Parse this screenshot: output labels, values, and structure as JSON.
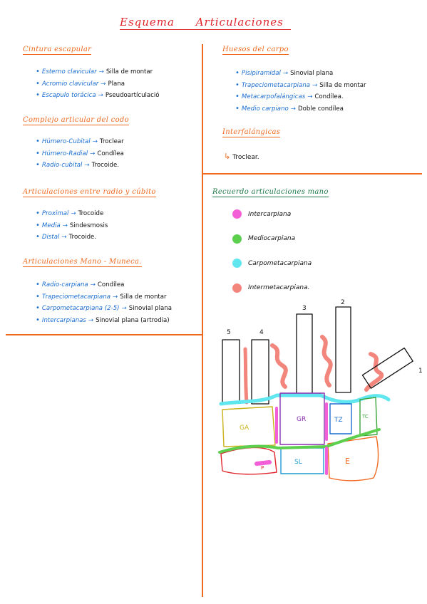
{
  "title": "Esquema Articulaciones",
  "left": {
    "sections": [
      {
        "heading": "Cintura escapular",
        "items": [
          {
            "lhs": "Esterno clavicular",
            "rhs": "Silla de montar"
          },
          {
            "lhs": "Acromio clavicular",
            "rhs": "Plana"
          },
          {
            "lhs": "Escapulo torácica",
            "rhs": "Pseudoartículació"
          }
        ]
      },
      {
        "heading": "Complejo articular del codo",
        "items": [
          {
            "lhs": "Húmero-Cubital",
            "rhs": "Troclear"
          },
          {
            "lhs": "Húmero-Radial",
            "rhs": "Condílea"
          },
          {
            "lhs": "Radio-cubital",
            "rhs": "Trocoide."
          }
        ]
      },
      {
        "heading": "Articulaciones entre radio y cúbito",
        "items": [
          {
            "lhs": "Proximal",
            "rhs": "Trocoide"
          },
          {
            "lhs": "Media",
            "rhs": "Sindesmosis"
          },
          {
            "lhs": "Distal",
            "rhs": "Trocoide."
          }
        ]
      },
      {
        "heading": "Articulaciones Mano - Muneca.",
        "items": [
          {
            "lhs": "Radio-carpiana",
            "rhs": "Condílea"
          },
          {
            "lhs": "Trapeciometacarpiana",
            "rhs": "Silla de montar"
          },
          {
            "lhs": "Carpometacarpiana (2-5)",
            "rhs": "Sinovial plana"
          },
          {
            "lhs": "Intercarpianas",
            "rhs": "Sinovial plana (artrodia)"
          }
        ]
      }
    ]
  },
  "right": {
    "huesos": {
      "heading": "Huesos del carpo",
      "items": [
        {
          "lhs": "Pisipiramidal",
          "rhs": "Sinovial plana"
        },
        {
          "lhs": "Trapeciometacarpiana",
          "rhs": "Silla de montar"
        },
        {
          "lhs": "Metacarpofalángicas",
          "rhs": "Condílea."
        },
        {
          "lhs": "Medio carpiano",
          "rhs": "Doble condílea"
        }
      ]
    },
    "interfalangicas": {
      "heading": "Interfalángicas",
      "note": "Troclear."
    },
    "recuerdo": {
      "heading": "Recuerdo articulaciones mano",
      "legend": [
        {
          "label": "Intercarpiana",
          "color": "#f25fd6"
        },
        {
          "label": "Mediocarpiana",
          "color": "#5ccf4f"
        },
        {
          "label": "Carpometacarpiana",
          "color": "#5fe6ef"
        },
        {
          "label": "Intermetacarpiana.",
          "color": "#f2857c"
        }
      ]
    },
    "diagram": {
      "finger_numbers": [
        "5",
        "4",
        "3",
        "2",
        "1"
      ],
      "bone_labels": {
        "GA": "GA",
        "GR": "GR",
        "TZ": "TZ",
        "TC": "TC",
        "SL": "SL",
        "E": "E",
        "P": "P"
      },
      "bone_colors": {
        "GA": "#c9b21a",
        "GR": "#8a2fae",
        "TZ": "#1c6fd1",
        "TC": "#3aa63a",
        "SL": "#1c9cd1",
        "E": "#ef6a1f",
        "P": "#e0242b"
      }
    }
  }
}
